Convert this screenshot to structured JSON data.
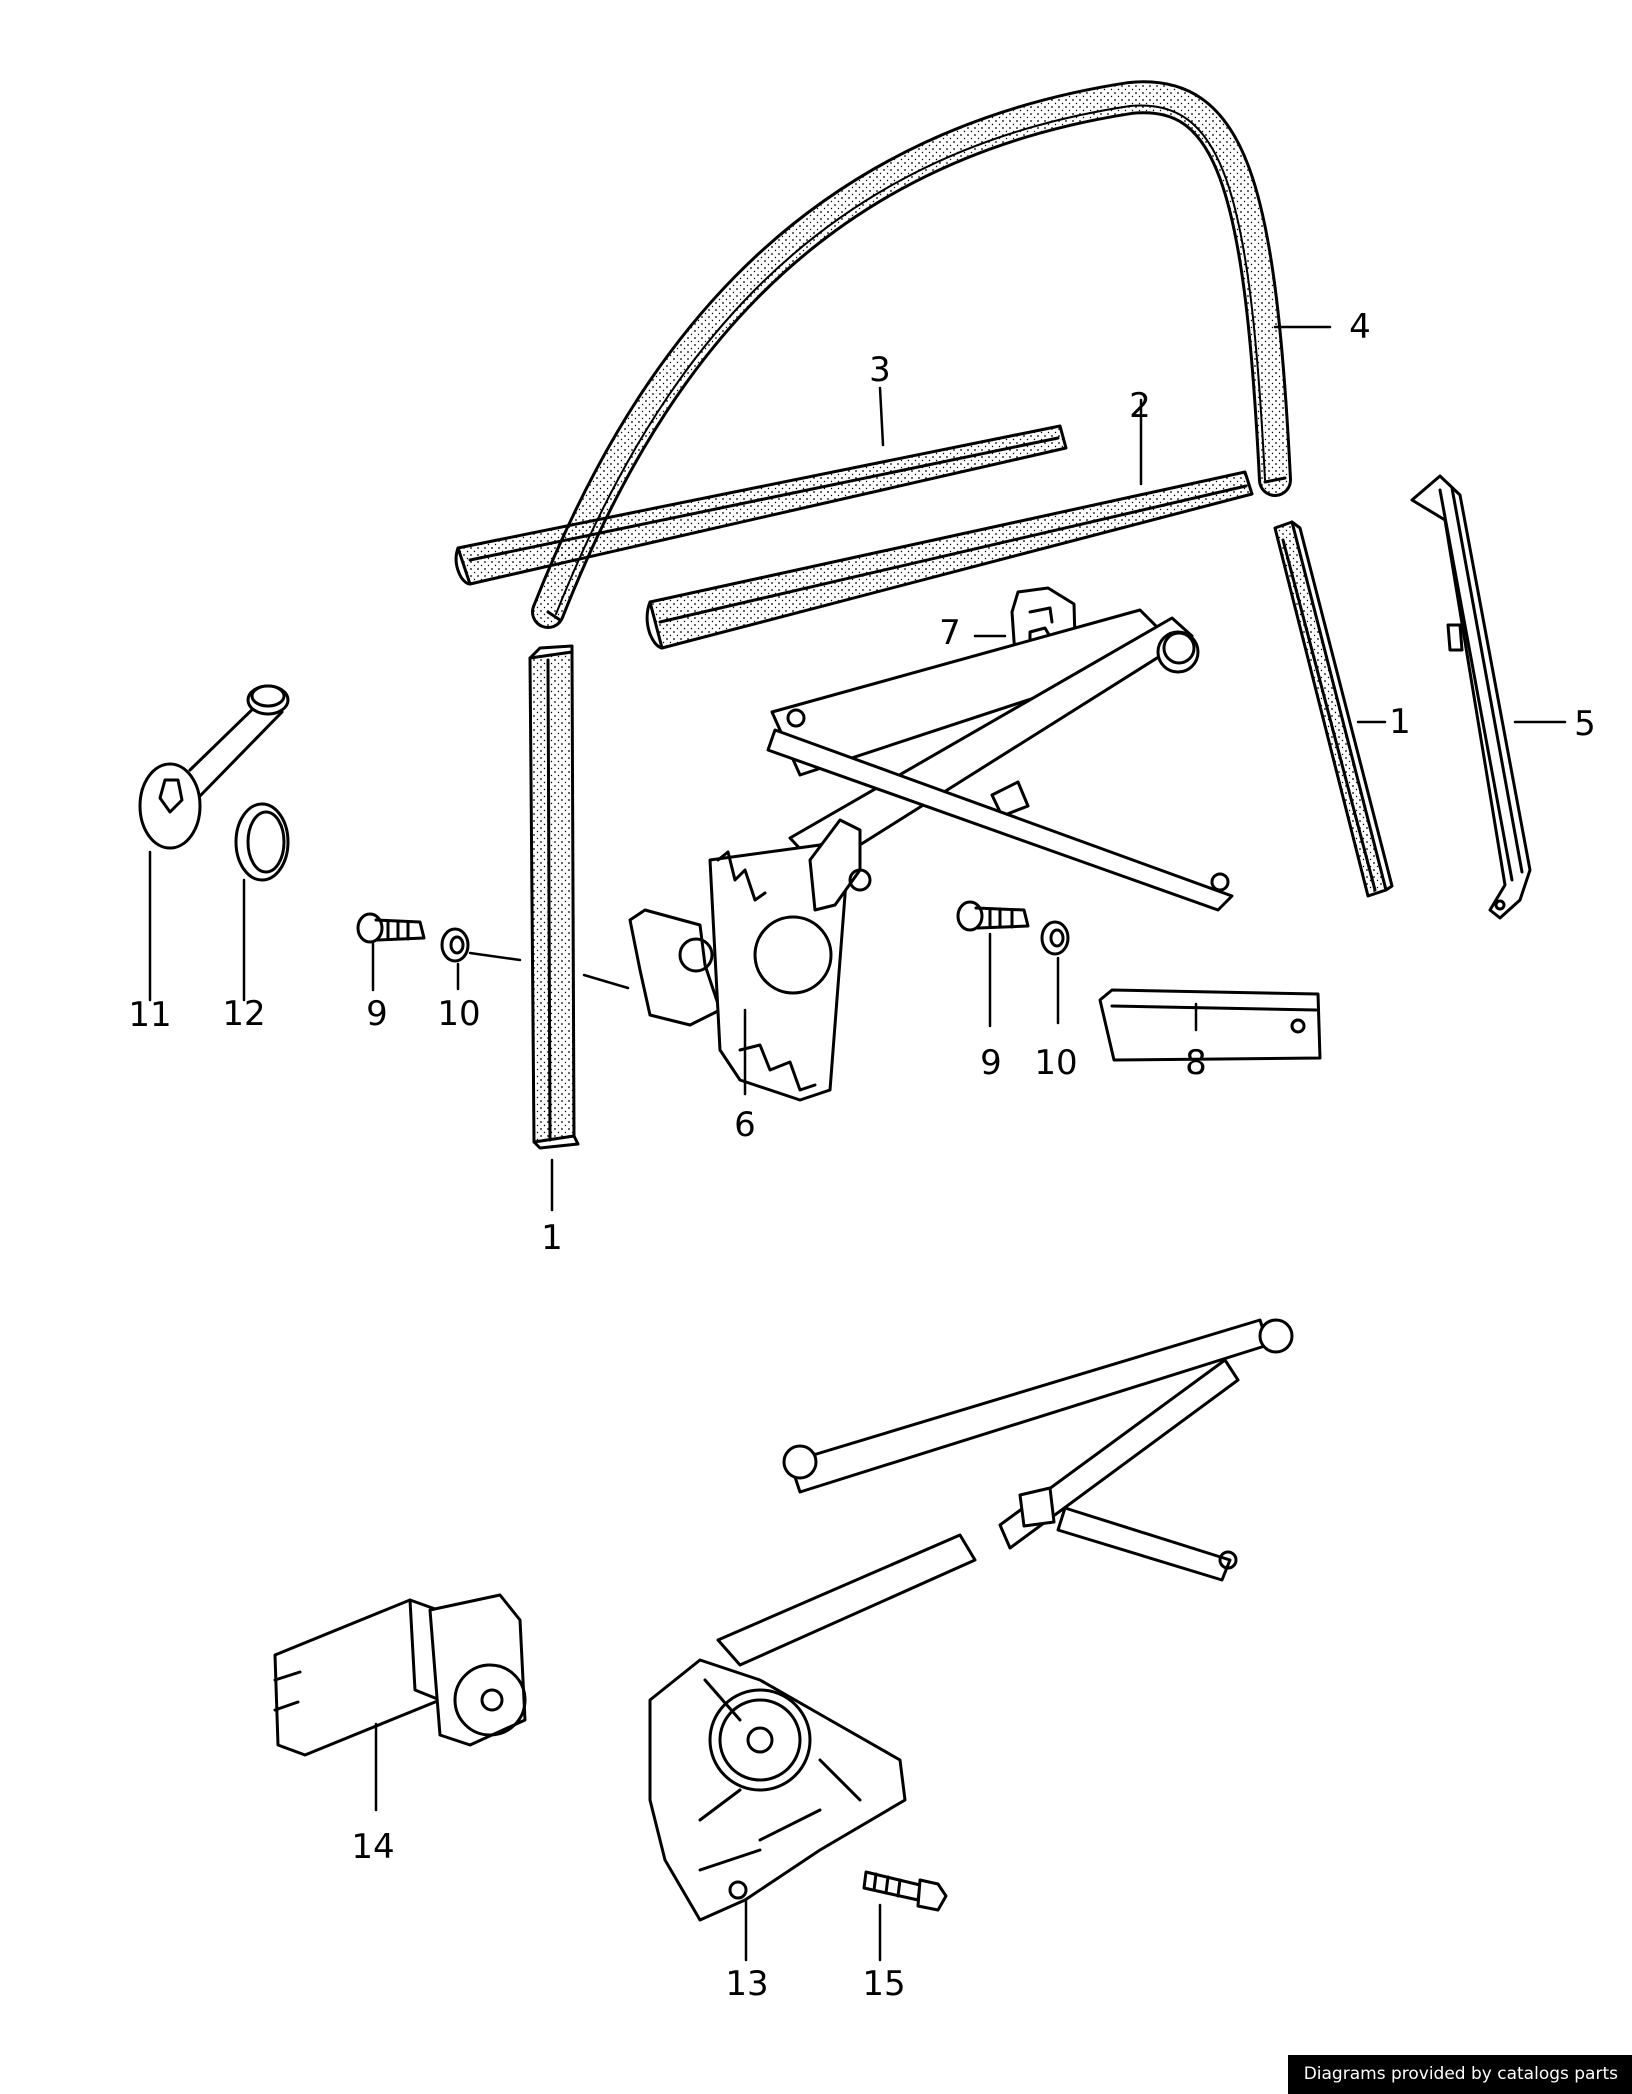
{
  "labels": {
    "p1_left": "1",
    "p1_right": "1",
    "p2": "2",
    "p3": "3",
    "p4": "4",
    "p5": "5",
    "p6": "6",
    "p7": "7",
    "p8": "8",
    "p9_left": "9",
    "p9_right": "9",
    "p10_left": "10",
    "p10_right": "10",
    "p11": "11",
    "p12": "12",
    "p13": "13",
    "p14": "14",
    "p15": "15"
  },
  "credit": "Diagrams provided by catalogs parts"
}
